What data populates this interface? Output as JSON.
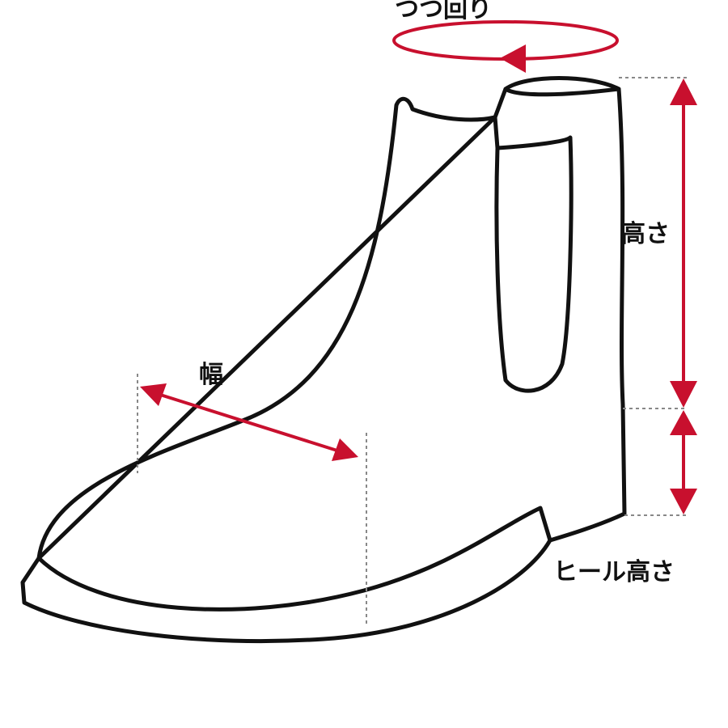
{
  "labels": {
    "circumference": "つつ回り",
    "height": "高さ",
    "width": "幅",
    "heel_height": "ヒール高さ"
  },
  "colors": {
    "outline": "#111111",
    "measure": "#c8102e",
    "guide": "#888888"
  }
}
